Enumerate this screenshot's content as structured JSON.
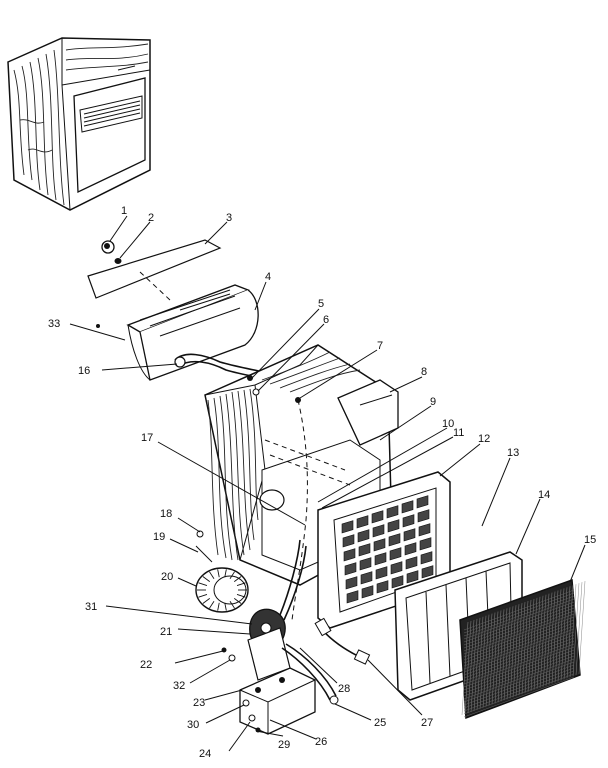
{
  "labels": [
    {
      "n": "1"
    },
    {
      "n": "2"
    },
    {
      "n": "3"
    },
    {
      "n": "4"
    },
    {
      "n": "5"
    },
    {
      "n": "6"
    },
    {
      "n": "7"
    },
    {
      "n": "8"
    },
    {
      "n": "9"
    },
    {
      "n": "10"
    },
    {
      "n": "11"
    },
    {
      "n": "12"
    },
    {
      "n": "13"
    },
    {
      "n": "14"
    },
    {
      "n": "15"
    },
    {
      "n": "16"
    },
    {
      "n": "17"
    },
    {
      "n": "18"
    },
    {
      "n": "19"
    },
    {
      "n": "20"
    },
    {
      "n": "21"
    },
    {
      "n": "22"
    },
    {
      "n": "23"
    },
    {
      "n": "24"
    },
    {
      "n": "25"
    },
    {
      "n": "26"
    },
    {
      "n": "27"
    },
    {
      "n": "28"
    },
    {
      "n": "29"
    },
    {
      "n": "30"
    },
    {
      "n": "31"
    },
    {
      "n": "32"
    },
    {
      "n": "33"
    }
  ],
  "colors": {
    "ink": "#111111",
    "paper": "#ffffff"
  }
}
